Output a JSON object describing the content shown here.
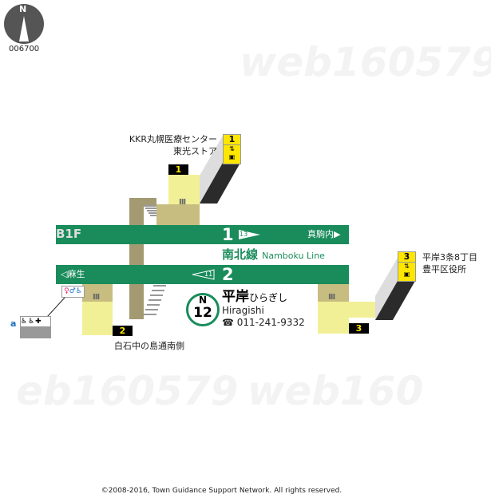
{
  "compass": {
    "label": "N",
    "code": "006700"
  },
  "floor": "B1F",
  "line": {
    "name_ja": "南北線",
    "name_en": "Namboku Line",
    "color": "#1a8c5c"
  },
  "platforms": [
    {
      "track": "1",
      "next_station_no": "13",
      "direction": "真駒内▶"
    },
    {
      "track": "2",
      "next_station_no": "11",
      "direction": "◁麻生"
    }
  ],
  "station": {
    "line_code": "N",
    "number": "12",
    "name_ja": "平岸",
    "name_kana": "ひらぎし",
    "name_en": "Hiragishi",
    "phone": "011-241-9332",
    "phone_icon": "☎"
  },
  "exits": [
    {
      "number": "1",
      "destinations": [
        "KKR丸幌医療センター",
        "東光ストア"
      ],
      "elevator": true
    },
    {
      "number": "2",
      "destinations": [
        "白石中の島通南側"
      ]
    },
    {
      "number": "3",
      "destinations": [
        "平岸3条8丁目",
        "豊平区役所"
      ],
      "elevator": true
    }
  ],
  "facilities": {
    "toilet": "restroom-icon",
    "accessible_label": "a",
    "accessible_icons": [
      "wheelchair-icon",
      "wheelchair-escalator-icon",
      "first-aid-icon"
    ]
  },
  "footer": "©2008-2016, Town Guidance Support Network. All rights reserved."
}
